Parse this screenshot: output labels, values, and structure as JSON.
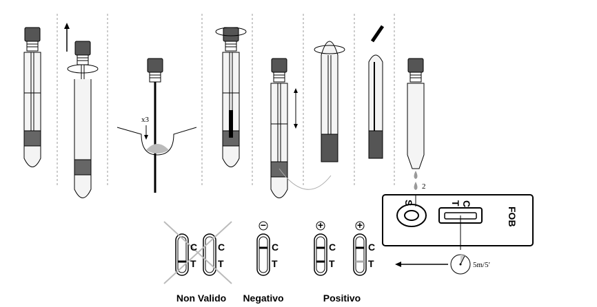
{
  "steps": {
    "mix_count": "x3",
    "drops": "2"
  },
  "cassette": {
    "sample_label": "S",
    "t_label": "T",
    "c_label": "C",
    "name": "FOB"
  },
  "timer": {
    "label": "5m/5′"
  },
  "results": {
    "c": "C",
    "t": "T",
    "invalid": "Non Valido",
    "negative": "Negativo",
    "positive": "Positivo",
    "neg_sign": "−",
    "pos_sign": "+"
  },
  "colors": {
    "line": "#000000",
    "grey": "#b0b0b0",
    "fill": "#f2f2f2"
  }
}
